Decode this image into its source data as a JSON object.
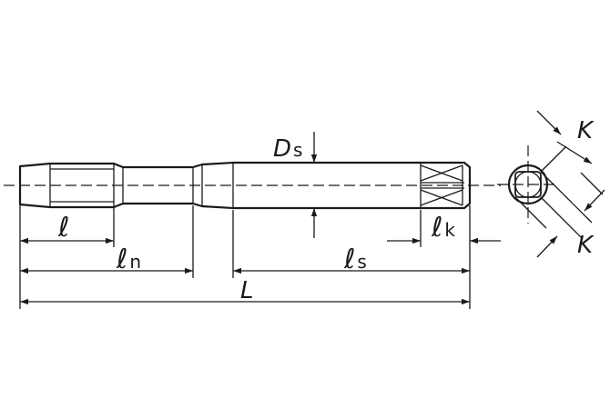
{
  "diagram": {
    "labels": {
      "l": "ℓ",
      "ln_main": "ℓ",
      "ln_sub": "n",
      "ls_main": "ℓ",
      "ls_sub": "s",
      "lk_main": "ℓ",
      "lk_sub": "k",
      "L": "L",
      "Ds_main": "D",
      "Ds_sub": "s",
      "K_top": "K",
      "K_bottom": "K"
    },
    "colors": {
      "line": "#1a1a1a",
      "background": "#ffffff"
    }
  }
}
